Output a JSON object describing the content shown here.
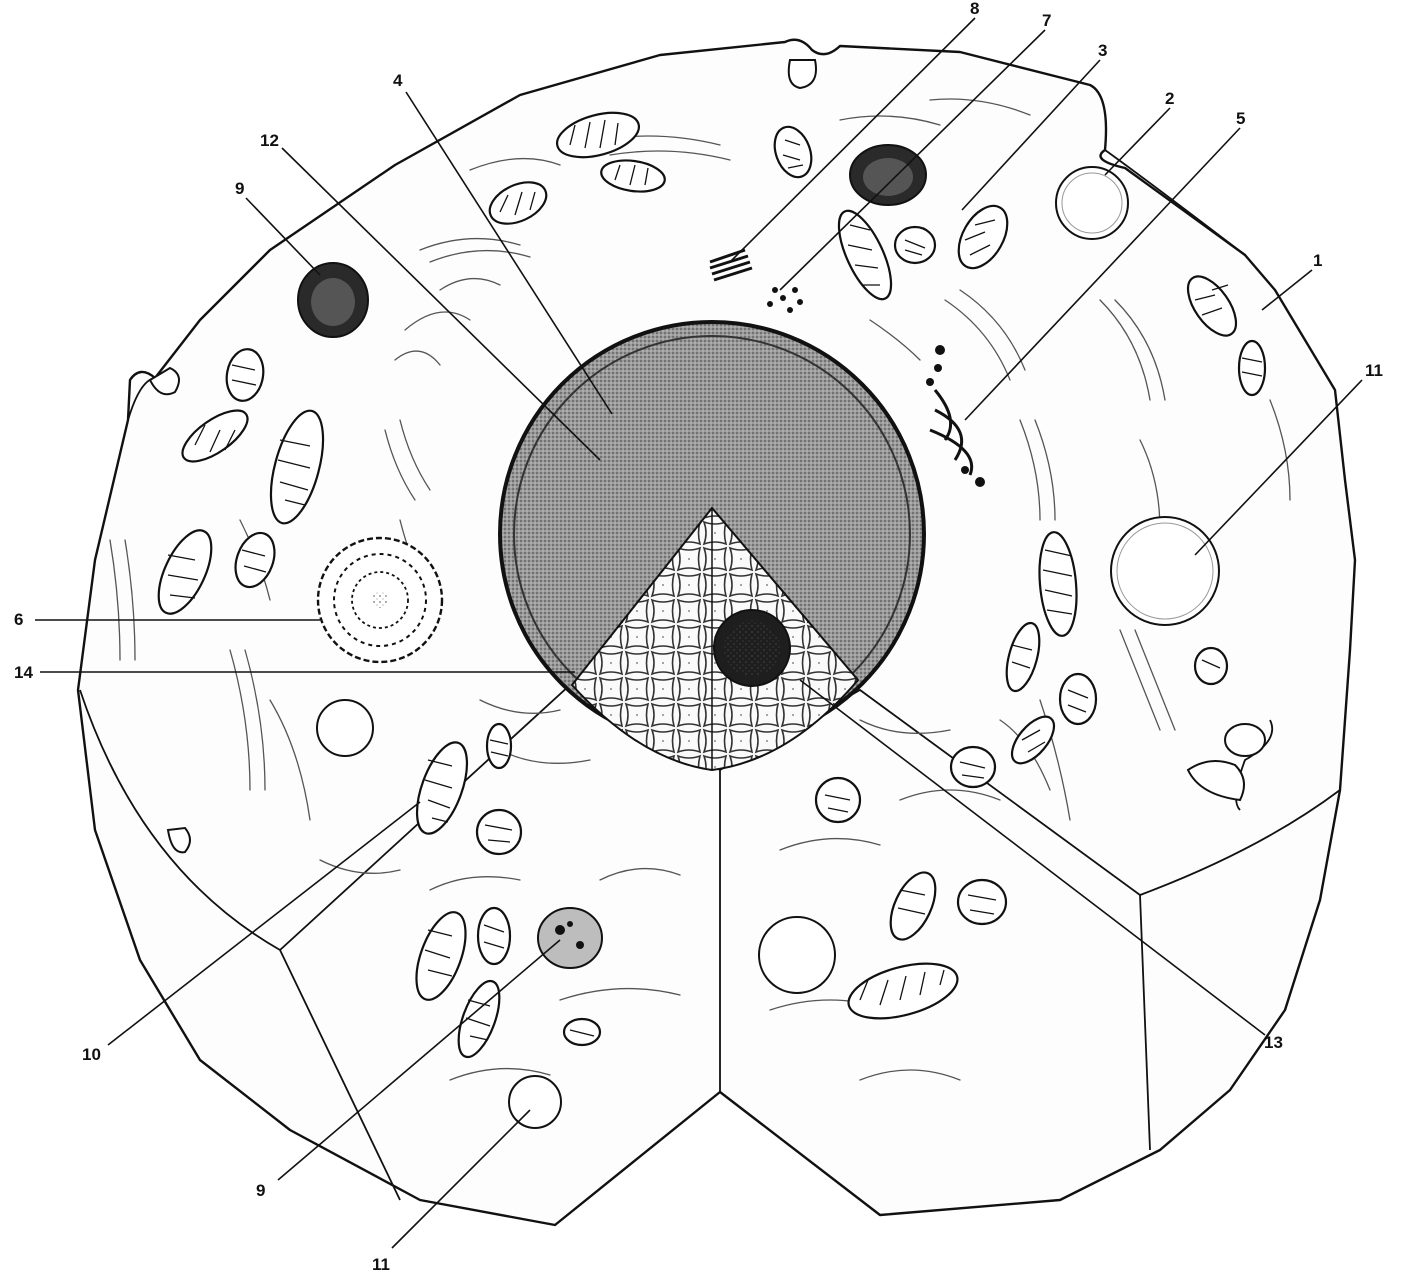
{
  "diagram": {
    "labels": [
      "1",
      "2",
      "3",
      "4",
      "5",
      "6",
      "7",
      "8",
      "9",
      "10",
      "11",
      "12",
      "13",
      "14"
    ],
    "extra_labels": {
      "9b": "9",
      "11b": "11"
    }
  }
}
